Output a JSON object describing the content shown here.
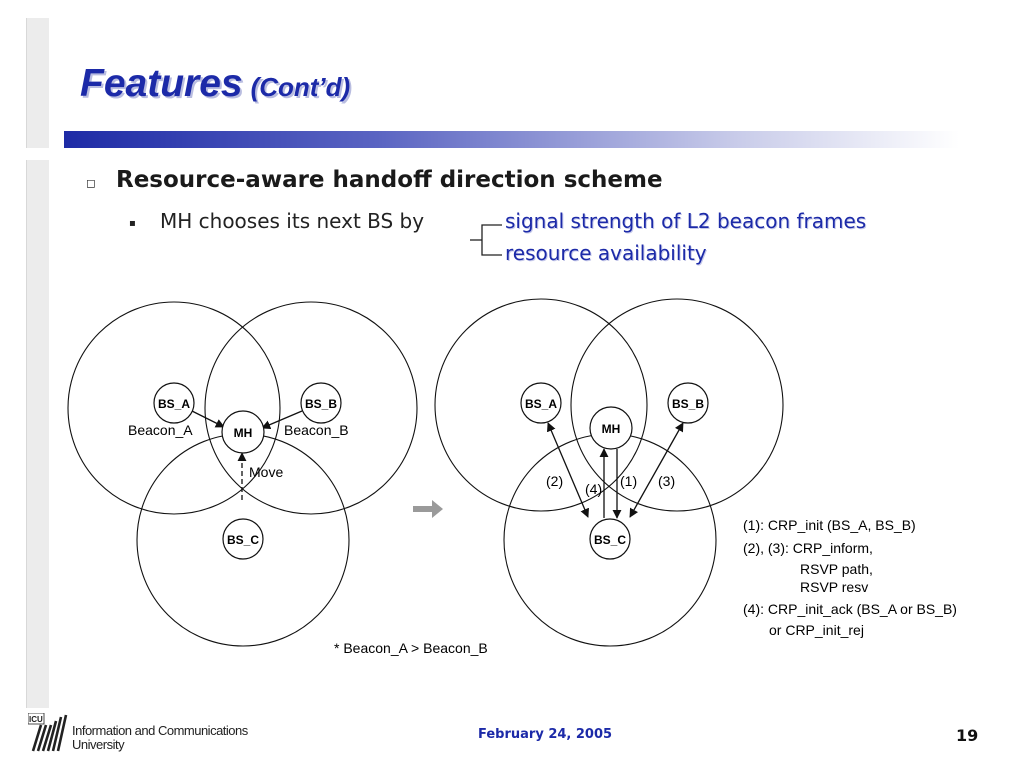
{
  "slide": {
    "title": "Features",
    "title_suffix": "(Cont’d)",
    "bullet1": "Resource-aware handoff direction scheme",
    "bullet2": "MH chooses its next BS by",
    "options": [
      "signal strength of L2 beacon frames",
      "resource availability"
    ]
  },
  "diagram_left": {
    "nodes": {
      "bs_a": "BS_A",
      "bs_b": "BS_B",
      "bs_c": "BS_C",
      "mh": "MH"
    },
    "beacon_a": "Beacon_A",
    "beacon_b": "Beacon_B",
    "move": "Move",
    "note": "* Beacon_A > Beacon_B"
  },
  "diagram_right": {
    "nodes": {
      "bs_a": "BS_A",
      "bs_b": "BS_B",
      "bs_c": "BS_C",
      "mh": "MH"
    },
    "step_labels": {
      "s1": "(1)",
      "s2": "(2)",
      "s3": "(3)",
      "s4": "(4)"
    },
    "legend": [
      "(1): CRP_init (BS_A, BS_B)",
      "(2), (3): CRP_inform,",
      "RSVP path,",
      "RSVP resv",
      "(4): CRP_init_ack (BS_A or BS_B)",
      "or CRP_init_rej"
    ]
  },
  "footer": {
    "logo_abbr": "ICU",
    "logo_line1": "Information and Communications",
    "logo_line2": "University",
    "date": "February 24, 2005",
    "page": "19"
  }
}
